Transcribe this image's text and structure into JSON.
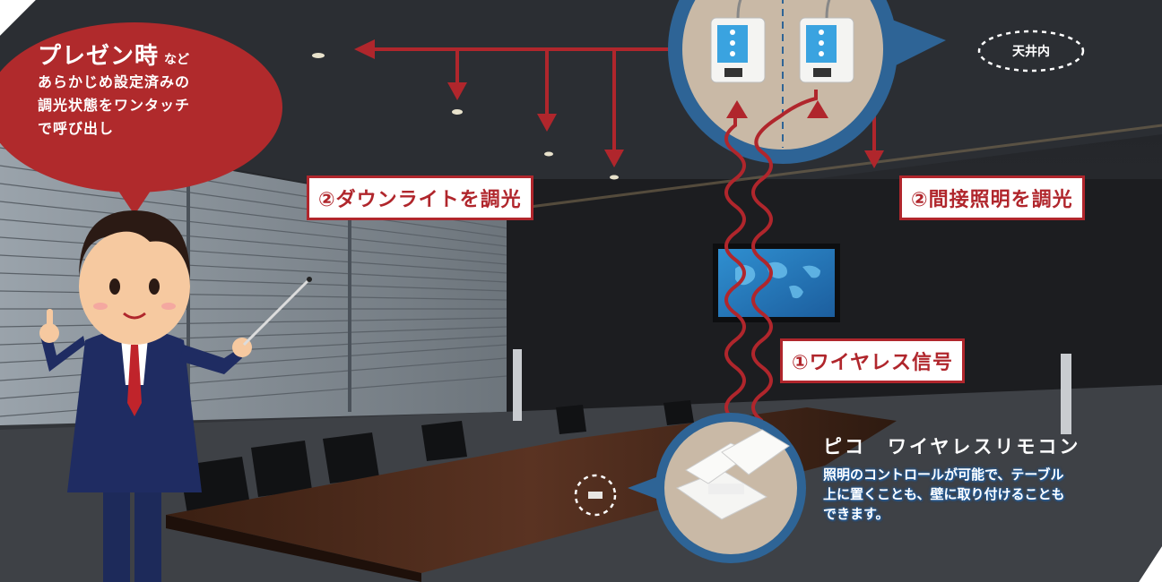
{
  "bubble": {
    "title": "プレゼン時",
    "title_suffix": "など",
    "lines": [
      "あらかじめ設定済みの",
      "調光状態をワンタッチ",
      "で呼び出し"
    ]
  },
  "labels": {
    "downlight": "②ダウンライトを調光",
    "indirect": "②間接照明を調光",
    "wireless": "①ワイヤレス信号"
  },
  "ceiling_tag": "天井内",
  "remote": {
    "title": "ピコ　ワイヤレスリモコン",
    "description_lines": [
      "照明のコントロールが可能で、テーブル",
      "上に置くことも、壁に取り付けることも",
      "できます。"
    ]
  },
  "colors": {
    "accent_red": "#b0262c",
    "circle_blue": "#2e6496",
    "bubble_red": "#b02a2c",
    "text_blue": "#1e5fa5"
  }
}
